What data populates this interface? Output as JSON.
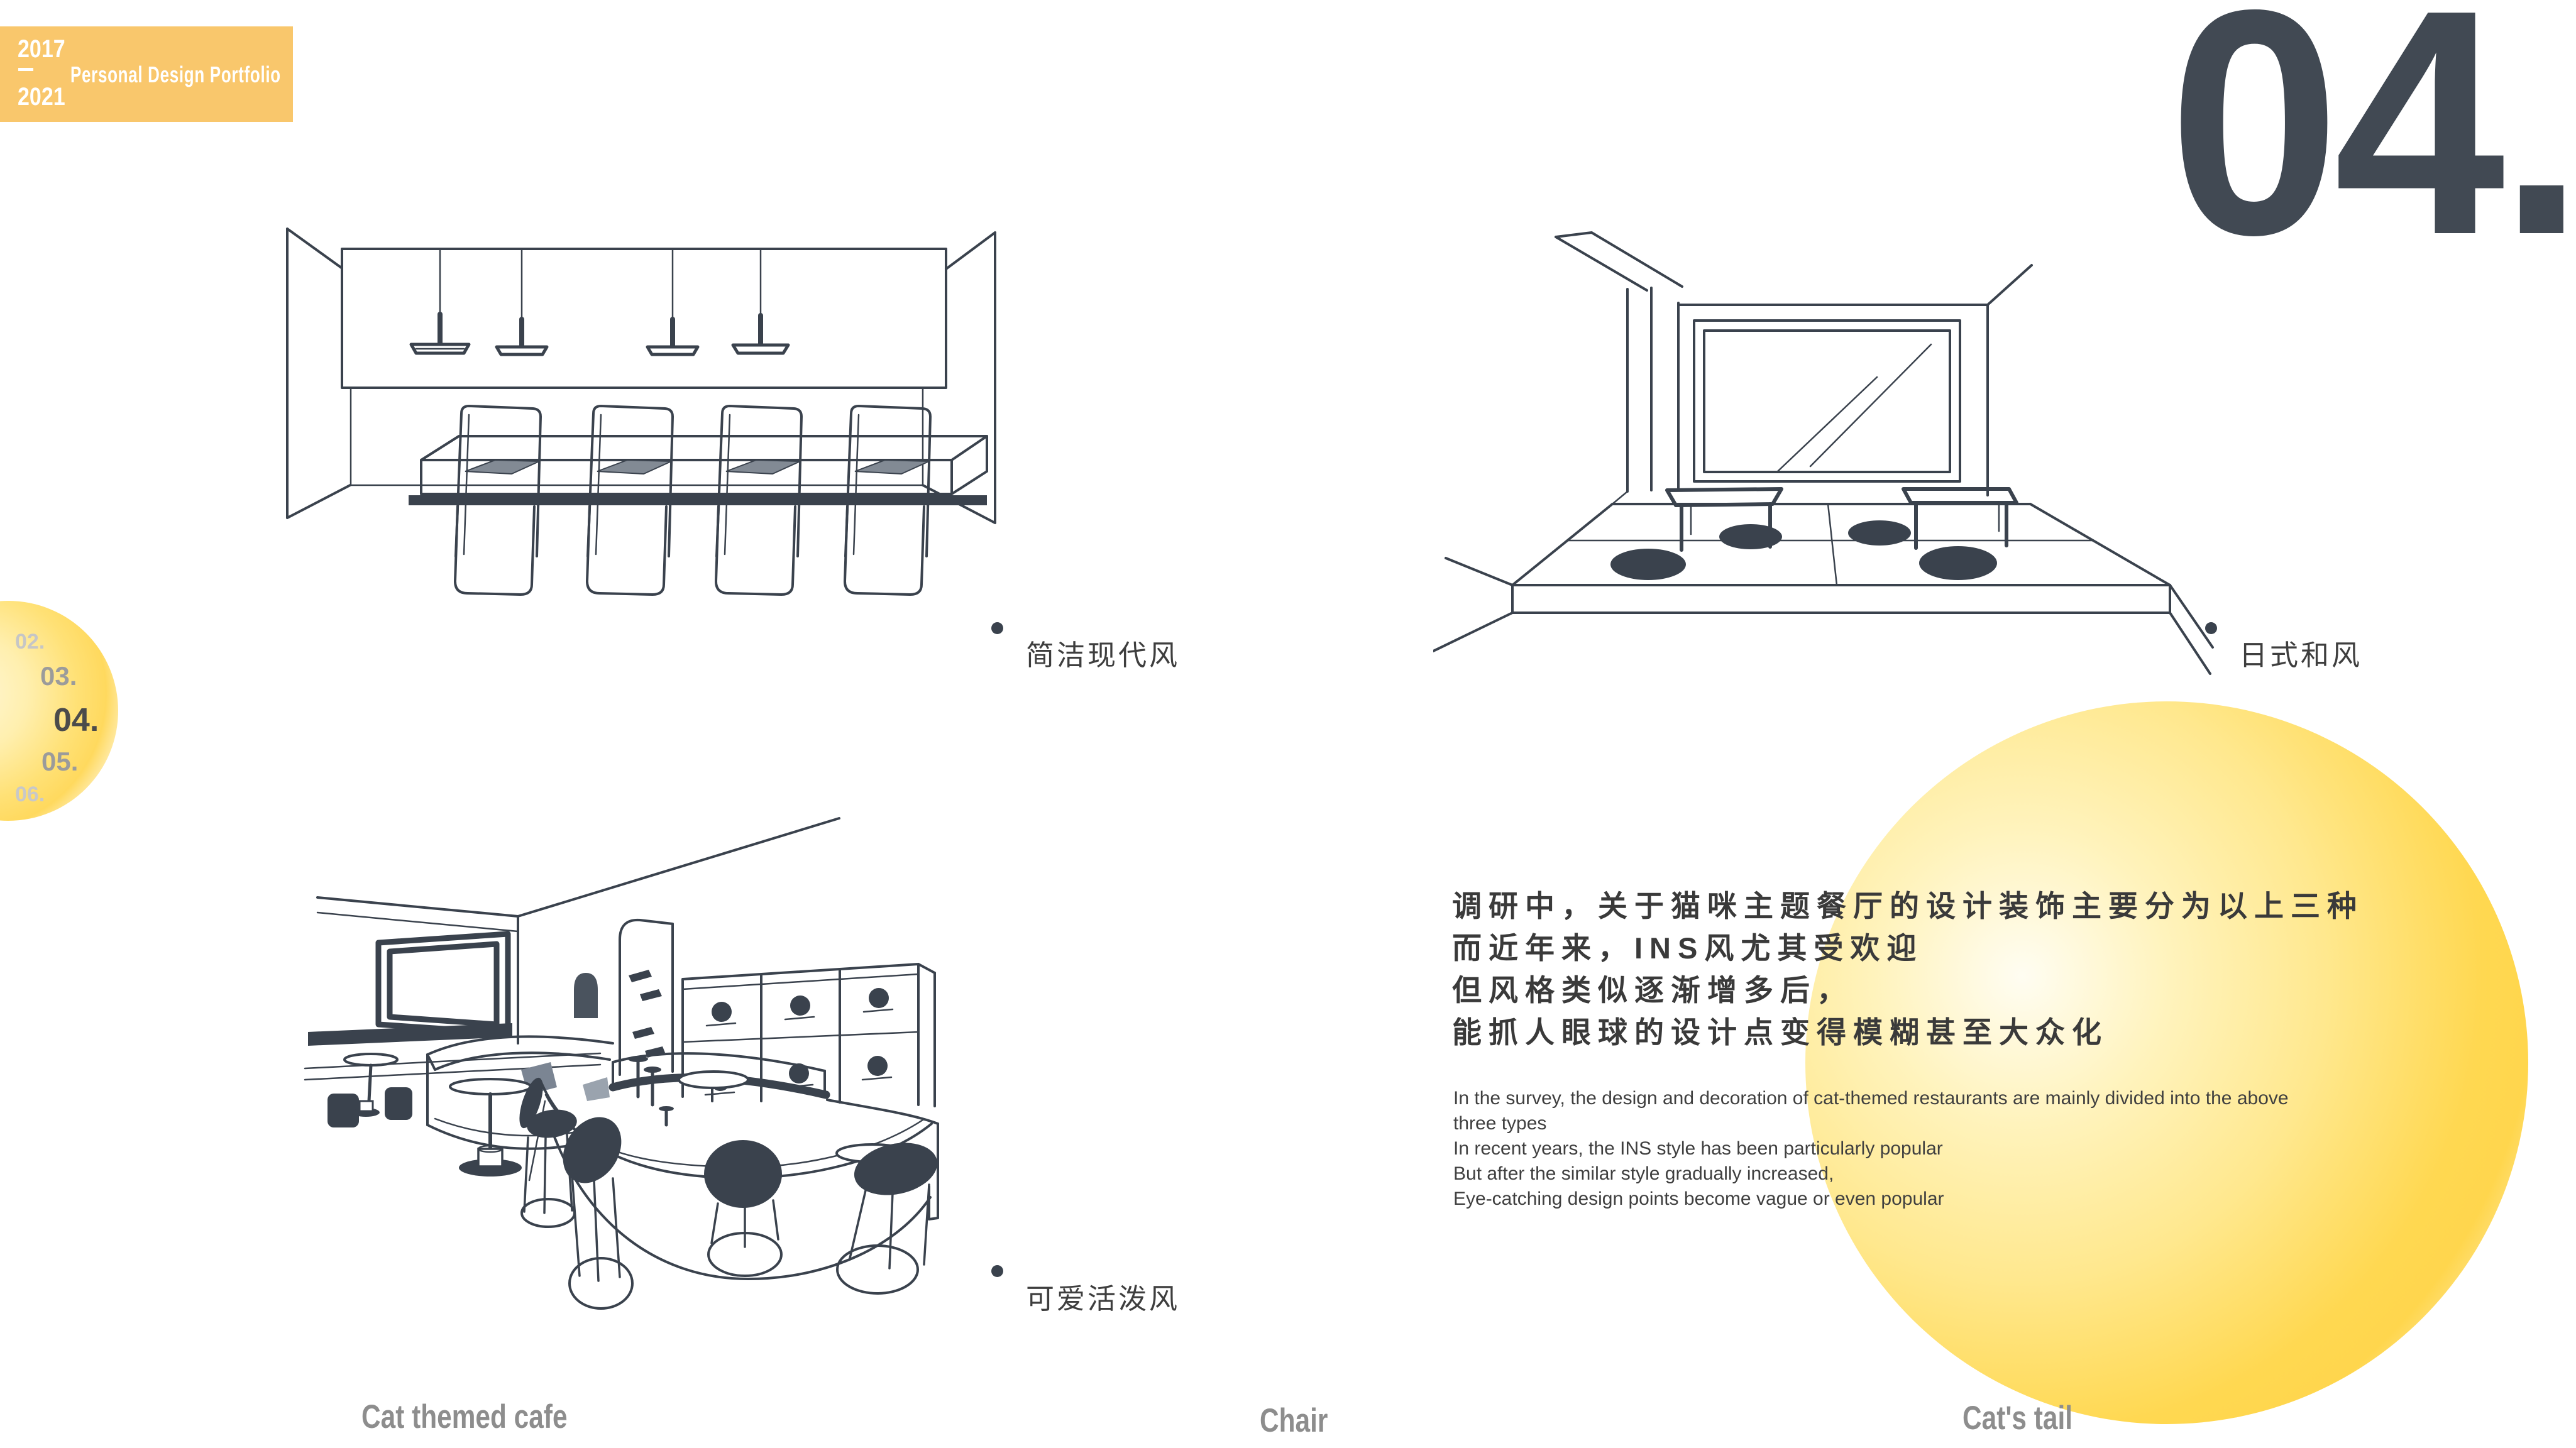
{
  "header": {
    "badge": {
      "year_start": "2017",
      "year_end": "2021",
      "title": "Personal Design Portfolio",
      "bg_color": "#F9C76C",
      "text_color": "#FFFFFF"
    }
  },
  "section_number": "04.",
  "side_nav": {
    "items": [
      {
        "label": "02."
      },
      {
        "label": "03."
      },
      {
        "label": "04."
      },
      {
        "label": "05."
      },
      {
        "label": "06."
      }
    ],
    "active": "04."
  },
  "style_labels": {
    "modern": "简洁现代风",
    "japanese": "日式和风",
    "cute": "可爱活泼风"
  },
  "description": {
    "zh_lines": [
      "调研中，关于猫咪主题餐厅的设计装饰主要分为以上三种",
      "而近年来，INS风尤其受欢迎",
      "但风格类似逐渐增多后，",
      "能抓人眼球的设计点变得模糊甚至大众化"
    ],
    "en_lines": [
      "In the survey, the design and decoration of cat-themed restaurants are mainly divided into the above",
      "three types",
      "In recent years, the INS style has been particularly popular",
      "But after the similar style gradually increased,",
      "Eye-catching design points become vague or even popular"
    ]
  },
  "captions": {
    "left": "Cat themed cafe",
    "middle": "Chair",
    "right": "Cat's tail"
  },
  "colors": {
    "accent_yellow": "#F9C76C",
    "circle_yellow": "#FFD64D",
    "ink": "#3A424D",
    "number_dark": "#414953",
    "caption_gray": "#8D8D8D"
  },
  "illustrations": {
    "modern": "modern-minimal-cafe-sketch",
    "japanese": "japanese-zen-room-sketch",
    "cute": "cute-lively-cafe-sketch"
  }
}
